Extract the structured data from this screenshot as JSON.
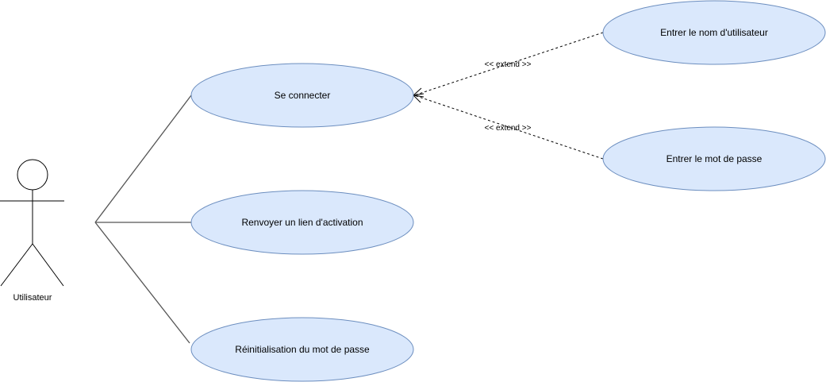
{
  "diagram": {
    "actor": {
      "label": "Utilisateur",
      "icon": "stick-figure-icon"
    },
    "use_cases": {
      "login": {
        "label": "Se connecter"
      },
      "resend": {
        "label": "Renvoyer un lien d'activation"
      },
      "reset": {
        "label": "Réinitialisation du mot de passe"
      },
      "username": {
        "label": "Entrer le nom d'utilisateur"
      },
      "password": {
        "label": "Entrer le mot de passe"
      }
    },
    "relations": {
      "extend_username": {
        "label": "<< extend >>"
      },
      "extend_password": {
        "label": "<< extend >>"
      }
    },
    "colors": {
      "use_case_fill": "#dae8fc",
      "use_case_stroke": "#6c8ebf"
    }
  }
}
